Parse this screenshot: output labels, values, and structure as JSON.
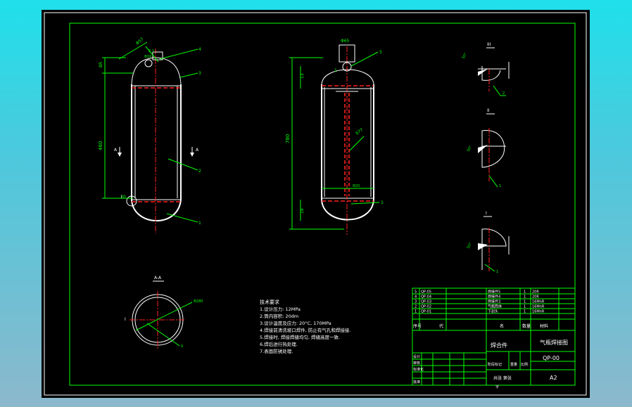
{
  "drawing": {
    "title": "气瓶焊接图",
    "drawing_no": "QP-00",
    "sheet_size": "A2",
    "assembly_name": "焊合件"
  },
  "section_labels": {
    "section_aa": "A-A",
    "detail_1": "I",
    "detail_2": "II",
    "detail_3": "III",
    "section_arrow_left": "A",
    "section_arrow_right": "A"
  },
  "part_balloons": [
    "1",
    "2",
    "3",
    "4",
    "5"
  ],
  "dimensions": {
    "left_view": [
      "Φ57",
      "8R",
      "2:1",
      "Φ16",
      "460",
      "20"
    ],
    "right_view": [
      "Φ65",
      "1",
      "13",
      "780",
      "δ77",
      "Φ20",
      "18",
      "1"
    ],
    "aa_view": [
      "Φ280",
      "Ⅰ",
      "δ",
      "20"
    ],
    "detail": [
      "50°",
      "2",
      "50°",
      "1",
      "50°",
      "1"
    ]
  },
  "notes": {
    "title": "技术要求",
    "items": [
      "1.设计压力: 12MPa",
      "2.筒内容积: 20dm",
      "3.设计温度及应力: 20°C, 170MPa",
      "4.焊接前清洗坡口焊件, 防止有气孔和焊接接.",
      "5.焊接时, 焊接焊缝均匀, 焊缝高度一致.",
      "6.焊后进行热处理.",
      "7.表面防锈处理."
    ]
  },
  "bom": {
    "rows": [
      {
        "no": "5",
        "code": "QP-05",
        "name": "焊接件5",
        "qty": "1",
        "material": "20R"
      },
      {
        "no": "4",
        "code": "QP-04",
        "name": "焊接件4",
        "qty": "1",
        "material": "20R"
      },
      {
        "no": "3",
        "code": "QP-03",
        "name": "焊接件3",
        "qty": "1",
        "material": "16MnR"
      },
      {
        "no": "2",
        "code": "QP-02",
        "name": "气瓶筒体",
        "qty": "1",
        "material": "16MnR"
      },
      {
        "no": "1",
        "code": "QP-01",
        "name": "下封头",
        "qty": "1",
        "material": "16MnR"
      }
    ],
    "header": {
      "no": "序号",
      "code": "代",
      "name": "名",
      "qty": "数量",
      "material": "材料"
    }
  },
  "title_block": {
    "row_labels": [
      "设计",
      "审核",
      "标准化",
      "批准"
    ],
    "stage_label": "阶段标记",
    "weight_label": "重量",
    "scale_label": "比例",
    "sheet_label": "共张 第张",
    "company_mark": "字"
  }
}
